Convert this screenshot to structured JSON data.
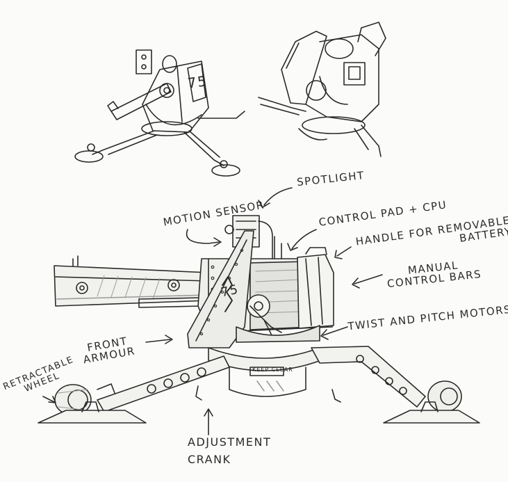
{
  "sketch": {
    "turret_number_top": "75",
    "turret_number_front": "75",
    "plate_text": "KEEP CLEAR"
  },
  "labels": {
    "spotlight": "SPOTLIGHT",
    "motion_sensor": "MOTION SENSOR",
    "control_pad": "CONTROL PAD + CPU",
    "battery_handle_line1": "HANDLE FOR REMOVABLE",
    "battery_handle_line2": "BATTERY",
    "manual_bars_line1": "MANUAL",
    "manual_bars_line2": "CONTROL BARS",
    "motors": "TWIST AND PITCH MOTORS",
    "front_armour_line1": "FRONT",
    "front_armour_line2": "ARMOUR",
    "wheel_line1": "RETRACTABLE",
    "wheel_line2": "WHEEL",
    "crank_line1": "ADJUSTMENT",
    "crank_line2": "CRANK"
  },
  "colors": {
    "ink": "#2a2a2a",
    "paper": "#fbfbf9",
    "shade": "#9a9a9a"
  }
}
